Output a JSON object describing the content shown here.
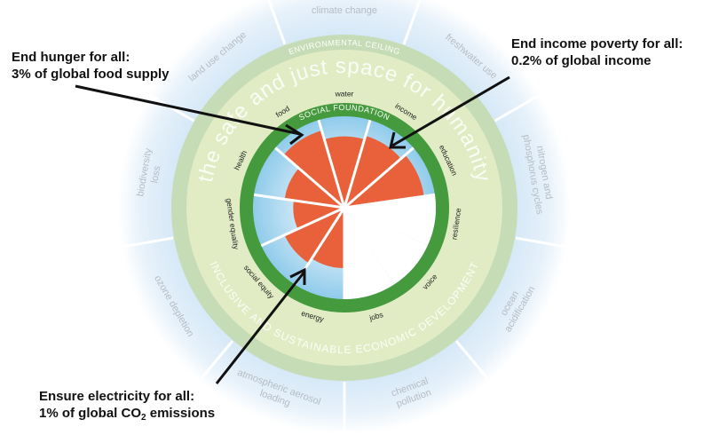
{
  "colors": {
    "outer_ring": "#dcecf8",
    "ceiling_band": "#c6dcb6",
    "safe_space": "#e1ecc4",
    "social_foundation_ring": "#449a3c",
    "inner_shortfall_zone": "#8fcbeb",
    "shortfall_wedges": "#e8613a",
    "outer_label": "#b6bcc4",
    "band_label": "#ffffff",
    "dimension_label": "#222222",
    "arrow": "#111111"
  },
  "diagram": {
    "banner_text": "the safe and just space for humanity",
    "environmental_ceiling_label": "ENVIRONMENTAL CEILING",
    "social_foundation_label": "SOCIAL FOUNDATION",
    "development_label": "INCLUSIVE AND SUSTAINABLE ECONOMIC DEVELOPMENT",
    "planetary_boundaries": [
      "climate change",
      "freshwater use",
      "nitrogen and phosphorus cycles",
      "ocean acidification",
      "chemical pollution",
      "atmospheric aerosol loading",
      "ozone depletion",
      "biodiversity loss",
      "land use change"
    ],
    "social_dimensions": [
      {
        "label": "water",
        "shortfall_fraction": 0.78
      },
      {
        "label": "income",
        "shortfall_fraction": 0.82
      },
      {
        "label": "education",
        "shortfall_fraction": 0.88
      },
      {
        "label": "resilience",
        "shortfall_fraction": 0.0
      },
      {
        "label": "voice",
        "shortfall_fraction": 0.0
      },
      {
        "label": "jobs",
        "shortfall_fraction": 0.0
      },
      {
        "label": "energy",
        "shortfall_fraction": 0.66
      },
      {
        "label": "social equity",
        "shortfall_fraction": 0.72
      },
      {
        "label": "gender equality",
        "shortfall_fraction": 0.56
      },
      {
        "label": "health",
        "shortfall_fraction": 0.66
      },
      {
        "label": "food",
        "shortfall_fraction": 0.88
      }
    ]
  },
  "callouts": {
    "hunger": {
      "line1": "End hunger for all:",
      "line2": "3% of global food supply"
    },
    "income": {
      "line1": "End income poverty for all:",
      "line2": "0.2% of global income"
    },
    "energy": {
      "line1": "Ensure electricity for all:",
      "line2_prefix": "1% of global CO",
      "line2_sub": "2",
      "line2_suffix": " emissions"
    }
  }
}
